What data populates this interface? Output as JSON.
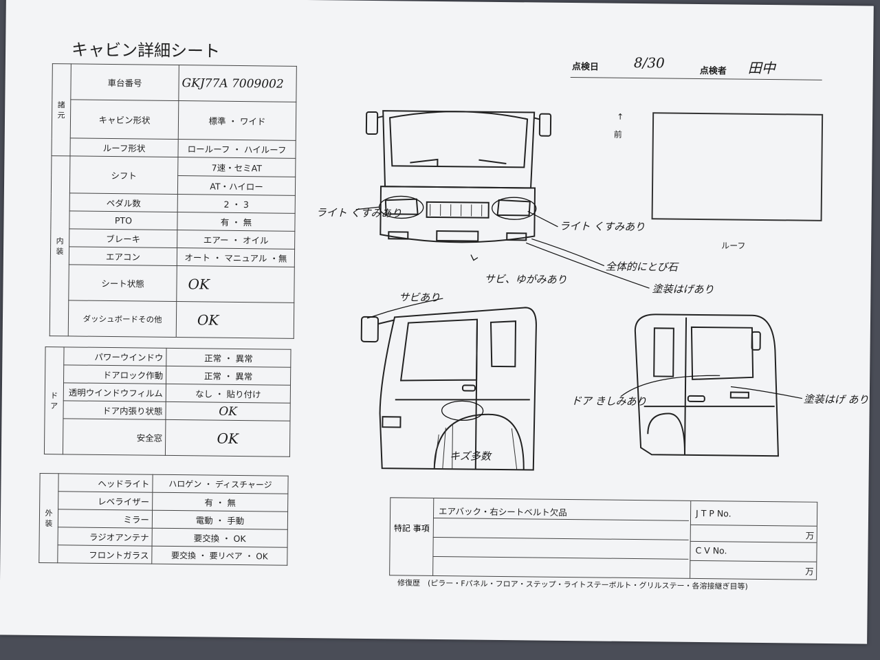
{
  "title": "キャビン詳細シート",
  "inspection": {
    "date_label": "点検日",
    "date": "8/30",
    "inspector_label": "点検者",
    "inspector": "田中"
  },
  "spec": {
    "section": "諸元",
    "rows": [
      {
        "label": "車台番号",
        "value": "GKJ77A 7009002"
      },
      {
        "label": "キャビン形状",
        "value": "標準 ・ ワイド"
      },
      {
        "label": "ルーフ形状",
        "value": "ロールーフ ・ ハイルーフ"
      }
    ]
  },
  "interior": {
    "section": "内装",
    "rows": [
      {
        "label": "シフト",
        "value": "7速・セミAT",
        "value2": "AT・ハイロー"
      },
      {
        "label": "ペダル数",
        "value": "2 ・ 3"
      },
      {
        "label": "PTO",
        "value": "有 ・ 無"
      },
      {
        "label": "ブレーキ",
        "value": "エアー ・ オイル"
      },
      {
        "label": "エアコン",
        "value": "オート ・ マニュアル ・無"
      },
      {
        "label": "シート状態",
        "value": "OK"
      },
      {
        "label": "ダッシュボードその他",
        "value": "OK"
      }
    ]
  },
  "door": {
    "section": "ドア",
    "rows": [
      {
        "label": "パワーウインドウ",
        "value": "正常 ・ 異常"
      },
      {
        "label": "ドアロック作動",
        "value": "正常 ・ 異常"
      },
      {
        "label": "透明ウインドウフィルム",
        "value": "なし ・ 貼り付け"
      },
      {
        "label": "ドア内張り状態",
        "value": "OK"
      },
      {
        "label": "安全窓",
        "value": "OK"
      }
    ]
  },
  "exterior": {
    "section": "外装",
    "rows": [
      {
        "label": "ヘッドライト",
        "value": "ハロゲン ・ ディスチャージ"
      },
      {
        "label": "レベライザー",
        "value": "有 ・ 無"
      },
      {
        "label": "ミラー",
        "value": "電動 ・ 手動"
      },
      {
        "label": "ラジオアンテナ",
        "value": "要交換 ・ OK"
      },
      {
        "label": "フロントガラス",
        "value": "要交換 ・ 要リペア ・ OK"
      }
    ]
  },
  "diagram": {
    "front_arrow": "↑",
    "front_label": "前",
    "roof_label": "ルーフ",
    "annotations": {
      "light_left": "ライト くすみあり",
      "light_right": "ライト くすみあり",
      "chips": "全体的にとび石",
      "rust_warp": "サビ、ゆがみあり",
      "paint_peel": "塗装はげあり",
      "rust_mirror": "サビあり",
      "scratches": "キズ多数",
      "door_squeak": "ドア きしみあり",
      "paint_peel_side": "塗装はげ あり"
    }
  },
  "remarks": {
    "label": "特記 事項",
    "text": "エアバック・右シートベルト欠品",
    "jtp_label": "J T P No.",
    "cv_label": "C V No.",
    "unit": "万"
  },
  "footer": "修復歴　(ピラー・Fパネル・フロア・ステップ・ライトステーボルト・グリルステー・各溶接継ぎ目等)"
}
